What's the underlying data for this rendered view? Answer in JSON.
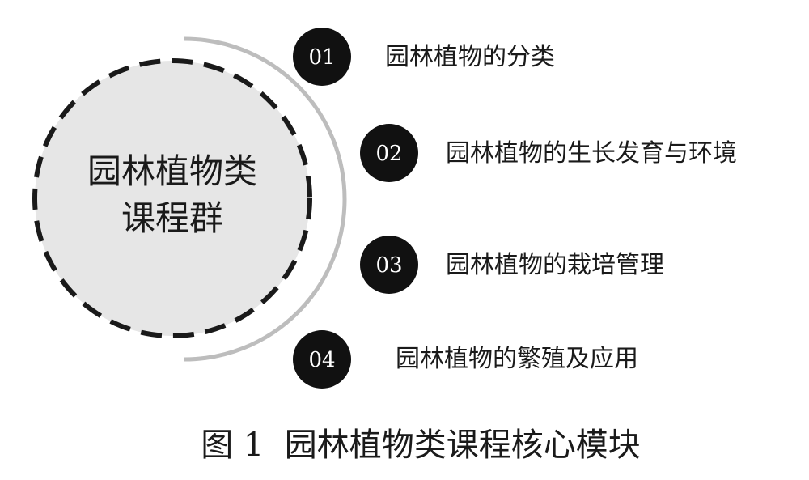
{
  "center": {
    "line1": "园林植物类",
    "line2": "课程群",
    "fill_color": "#e6e6e6",
    "border_color": "#1a1a1a"
  },
  "arc_color": "#bdbdbd",
  "badge_color": "#111111",
  "modules": [
    {
      "number": "01",
      "label": "园林植物的分类"
    },
    {
      "number": "02",
      "label": "园林植物的生长发育与环境"
    },
    {
      "number": "03",
      "label": "园林植物的栽培管理"
    },
    {
      "number": "04",
      "label": "园林植物的繁殖及应用"
    }
  ],
  "caption": "图 1  园林植物类课程核心模块"
}
